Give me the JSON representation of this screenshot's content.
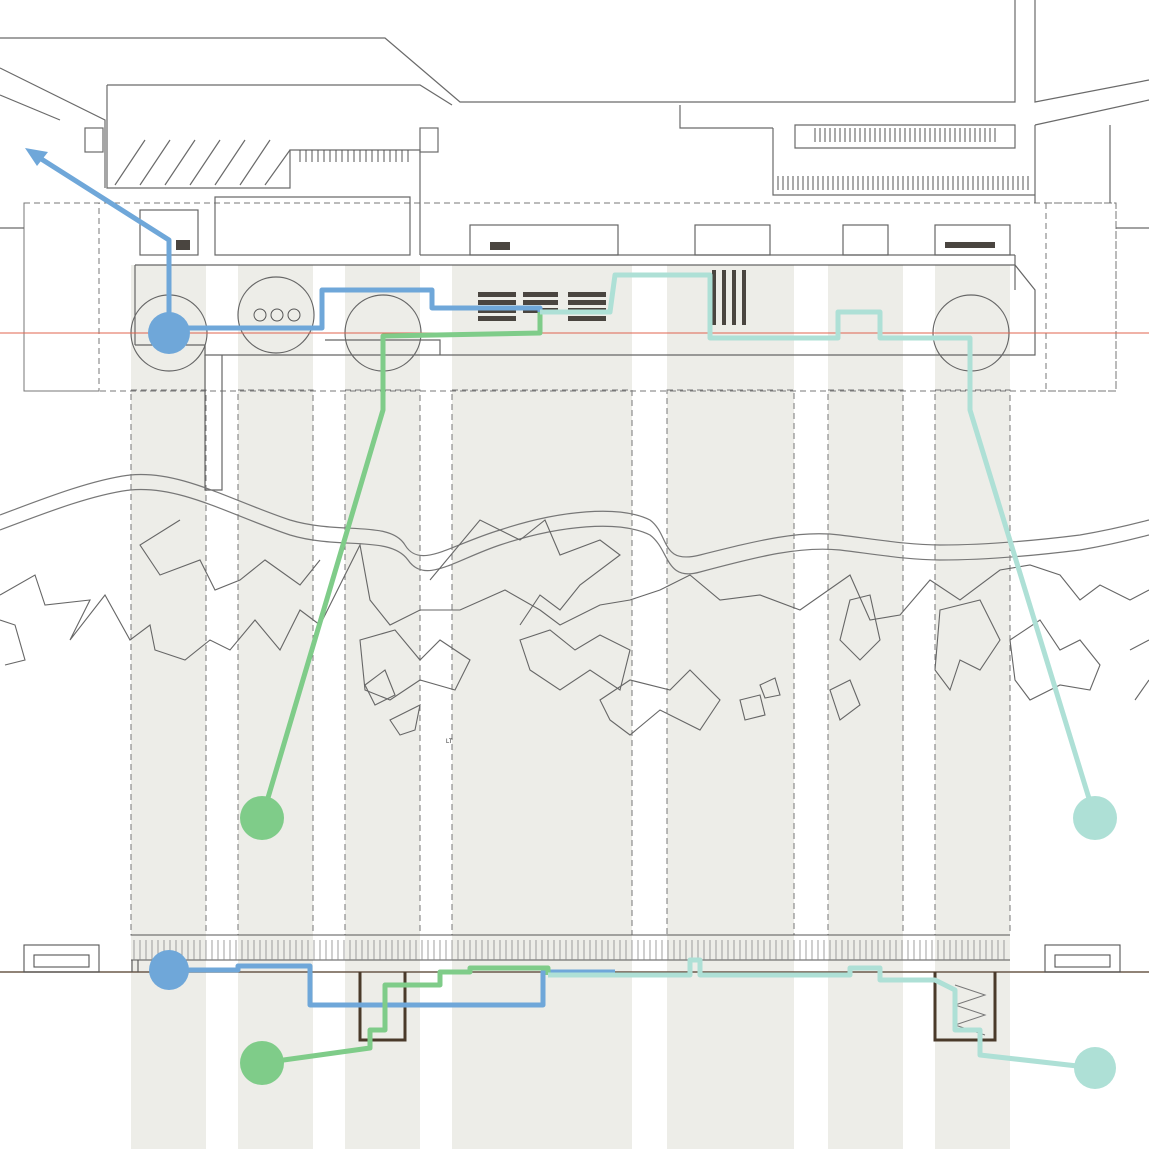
{
  "diagram": {
    "labels": {
      "plan_center_mark": "LT"
    },
    "colors": {
      "background": "#ffffff",
      "band_fill": "#edede8",
      "line_dark": "#5a5a5a",
      "line_light": "#8a8a8a",
      "axis_red": "#e0644f",
      "route_blue": "#6fa7d9",
      "route_green": "#7fcc89",
      "route_teal": "#aee0d6",
      "furniture": "#4a4540"
    },
    "routes": [
      {
        "id": "blue",
        "color": "#6fa7d9"
      },
      {
        "id": "green",
        "color": "#7fcc89"
      },
      {
        "id": "teal",
        "color": "#aee0d6"
      }
    ],
    "icons": [
      "arrow-northwest-icon"
    ]
  }
}
